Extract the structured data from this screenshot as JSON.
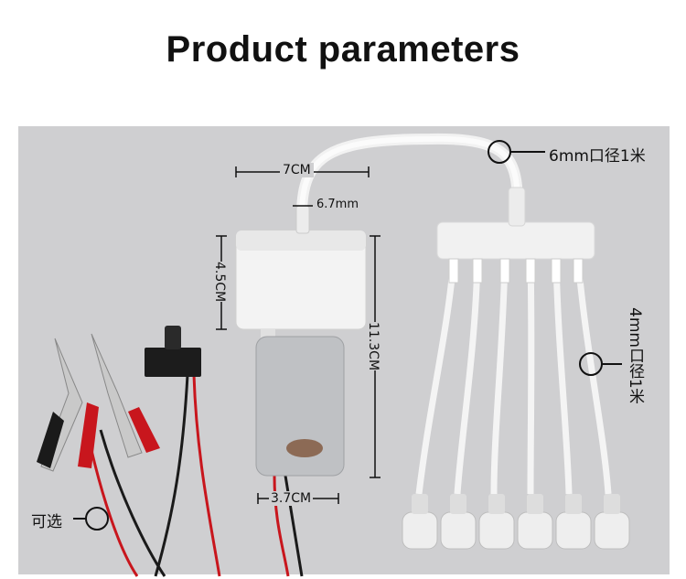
{
  "title": "Product parameters",
  "labels": {
    "width_pump": "7CM",
    "nozzle": "6.7mm",
    "head_height": "4.5CM",
    "total_height": "11.3CM",
    "motor_width": "3.7CM",
    "main_tube": "6mm口径1米",
    "branch_tube": "4mm口径1米",
    "optional": "可选"
  },
  "colors": {
    "panel": "#cfcfd1",
    "red_wire": "#c8161d",
    "black_wire": "#1a1a1a"
  }
}
